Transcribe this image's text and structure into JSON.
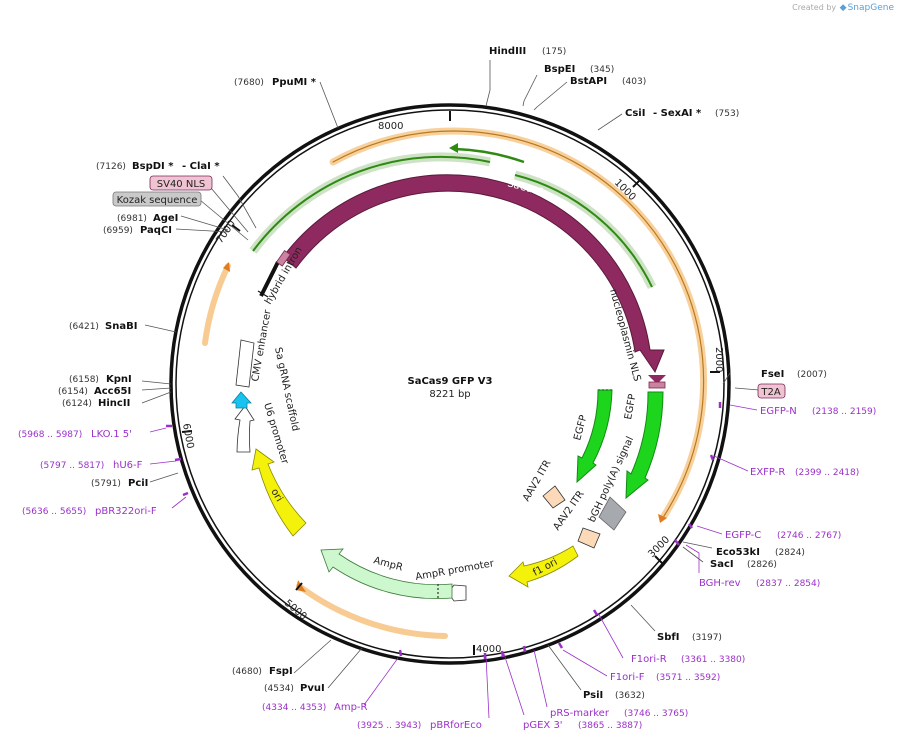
{
  "credit": {
    "created_by": "Created by",
    "brand": "SnapGene"
  },
  "plasmid": {
    "name": "SaCas9 GFP V3",
    "size_label": "8221 bp"
  },
  "ticks": [
    "1000",
    "2000",
    "3000",
    "4000",
    "5000",
    "6000",
    "7000",
    "8000"
  ],
  "features": {
    "sacas9": "SaCas9",
    "np_nls": "nucleoplasmin NLS",
    "egfp1": "EGFP",
    "egfp2": "EGFP",
    "bgh": "bGH poly(A) signal",
    "itr1": "AAV2 ITR",
    "itr2": "AAV2 ITR",
    "f1ori": "f1 ori",
    "ampr_promoter": "AmpR promoter",
    "ampr": "AmpR",
    "ori": "ori",
    "u6": "U6 promoter",
    "scaffold": "Sa gRNA scaffold",
    "cmv": "CMV enhancer",
    "hybrid_intron": "hybrid intron"
  },
  "boxed": {
    "sv40": "SV40 NLS",
    "kozak": "Kozak sequence",
    "t2a": "T2A"
  },
  "sites": {
    "hindiii": {
      "name": "HindIII",
      "pos": "(175)"
    },
    "bspei": {
      "name": "BspEI",
      "pos": "(345)"
    },
    "bstapi": {
      "name": "BstAPI",
      "pos": "(403)"
    },
    "csi": {
      "name": "CsiI",
      "extra": "- SexAI *",
      "pos": "(753)"
    },
    "ppumi": {
      "name": "PpuMI *",
      "pos": "(7680)"
    },
    "bspdi": {
      "name": "BspDI *",
      "extra": "- ClaI *",
      "pos": "(7126)"
    },
    "agei": {
      "name": "AgeI",
      "pos": "(6981)"
    },
    "paqci": {
      "name": "PaqCI",
      "pos": "(6959)"
    },
    "snabi": {
      "name": "SnaBI",
      "pos": "(6421)"
    },
    "kpni": {
      "name": "KpnI",
      "pos": "(6158)"
    },
    "acc65i": {
      "name": "Acc65I",
      "pos": "(6154)"
    },
    "hincii": {
      "name": "HincII",
      "pos": "(6124)"
    },
    "pcii": {
      "name": "PciI",
      "pos": "(5791)"
    },
    "fsei": {
      "name": "FseI",
      "pos": "(2007)"
    },
    "eco53ki": {
      "name": "Eco53kI",
      "pos": "(2824)"
    },
    "saci": {
      "name": "SacI",
      "pos": "(2826)"
    },
    "sbfi": {
      "name": "SbfI",
      "pos": "(3197)"
    },
    "psii": {
      "name": "PsiI",
      "pos": "(3632)"
    },
    "fspi": {
      "name": "FspI",
      "pos": "(4680)"
    },
    "pvui": {
      "name": "PvuI",
      "pos": "(4534)"
    }
  },
  "primers": {
    "egfpn": {
      "name": "EGFP-N",
      "pos": "(2138 .. 2159)"
    },
    "exfpr": {
      "name": "EXFP-R",
      "pos": "(2399 .. 2418)"
    },
    "egfpc": {
      "name": "EGFP-C",
      "pos": "(2746 .. 2767)"
    },
    "bghrev": {
      "name": "BGH-rev",
      "pos": "(2837 .. 2854)"
    },
    "f1orir": {
      "name": "F1ori-R",
      "pos": "(3361 .. 3380)"
    },
    "f1orif": {
      "name": "F1ori-F",
      "pos": "(3571 .. 3592)"
    },
    "prs": {
      "name": "pRS-marker",
      "pos": "(3746 .. 3765)"
    },
    "pgex": {
      "name": "pGEX 3'",
      "pos": "(3865 .. 3887)"
    },
    "pbr": {
      "name": "pBRforEco",
      "pos": "(3925 .. 3943)"
    },
    "ampr": {
      "name": "Amp-R",
      "pos": "(4334 .. 4353)"
    },
    "lko": {
      "name": "LKO.1 5'",
      "pos": "(5968 .. 5987)"
    },
    "hu6": {
      "name": "hU6-F",
      "pos": "(5797 .. 5817)"
    },
    "pbr322": {
      "name": "pBR322ori-F",
      "pos": "(5636 .. 5655)"
    }
  },
  "colors": {
    "sacas9": "#8e2a5f",
    "egfp": "#1ed51e",
    "orange_ring": "#f2a94a",
    "green_ring": "#2f8a14",
    "primer": "#9b30c9",
    "ori": "#f4f10a",
    "ampr": "#cdf7cd",
    "itr": "#fbd9b9",
    "bgh": "#a6a9ad",
    "u6_arrow": "#19c3f0"
  }
}
